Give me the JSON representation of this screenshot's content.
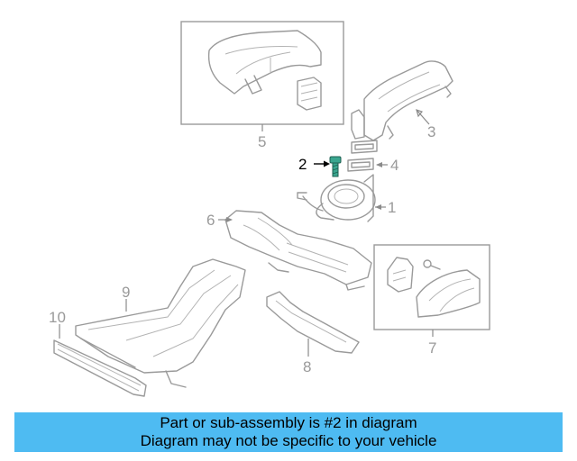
{
  "diagram": {
    "callouts": [
      {
        "id": "1",
        "label": "1"
      },
      {
        "id": "2",
        "label": "2"
      },
      {
        "id": "3",
        "label": "3"
      },
      {
        "id": "4",
        "label": "4"
      },
      {
        "id": "5",
        "label": "5"
      },
      {
        "id": "6",
        "label": "6"
      },
      {
        "id": "7",
        "label": "7"
      },
      {
        "id": "8",
        "label": "8"
      },
      {
        "id": "9",
        "label": "9"
      },
      {
        "id": "10",
        "label": "10"
      }
    ],
    "highlighted_part": "2",
    "colors": {
      "line": "#9a9a9a",
      "highlight_text": "#000000",
      "bolt": "#3aa68f",
      "banner": "#4ebbf2"
    }
  },
  "banner": {
    "line1": "Part or sub-assembly is #2 in diagram",
    "line2": "Diagram may not be specific to your vehicle"
  }
}
